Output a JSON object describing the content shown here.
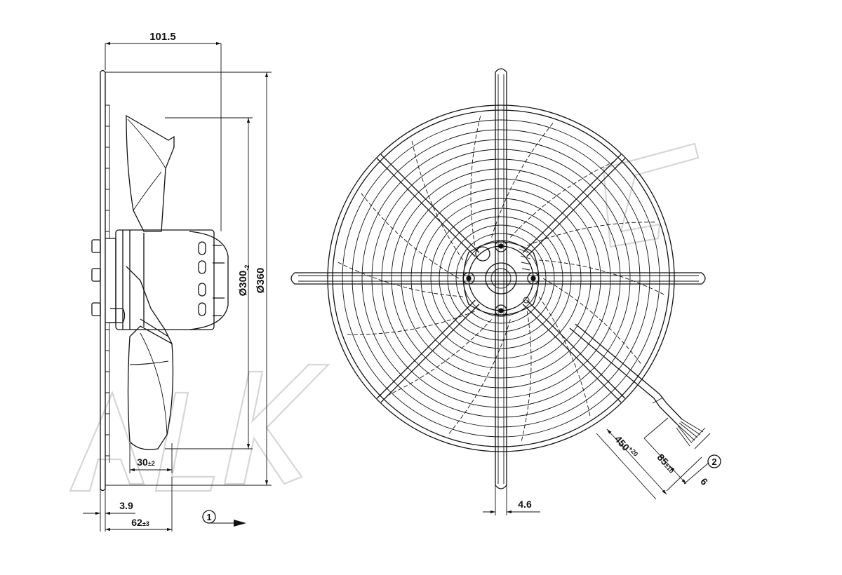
{
  "dimensions": {
    "d_101_5": "101.5",
    "d_300": "Ø300",
    "d_300_tol": "-2",
    "d_360": "Ø360",
    "d_30": "30",
    "d_30_tol": "±2",
    "d_3_9": "3.9",
    "d_62": "62",
    "d_62_tol": "±3",
    "d_4_6": "4.6",
    "d_450": "450",
    "d_450_tol": "+20",
    "d_85": "85",
    "d_85_tol": "±10",
    "d_6": "6"
  },
  "callouts": {
    "c1": "1",
    "c2": "2"
  },
  "colors": {
    "line": "#111111",
    "watermark": "#d6d6d6",
    "background": "#ffffff"
  }
}
